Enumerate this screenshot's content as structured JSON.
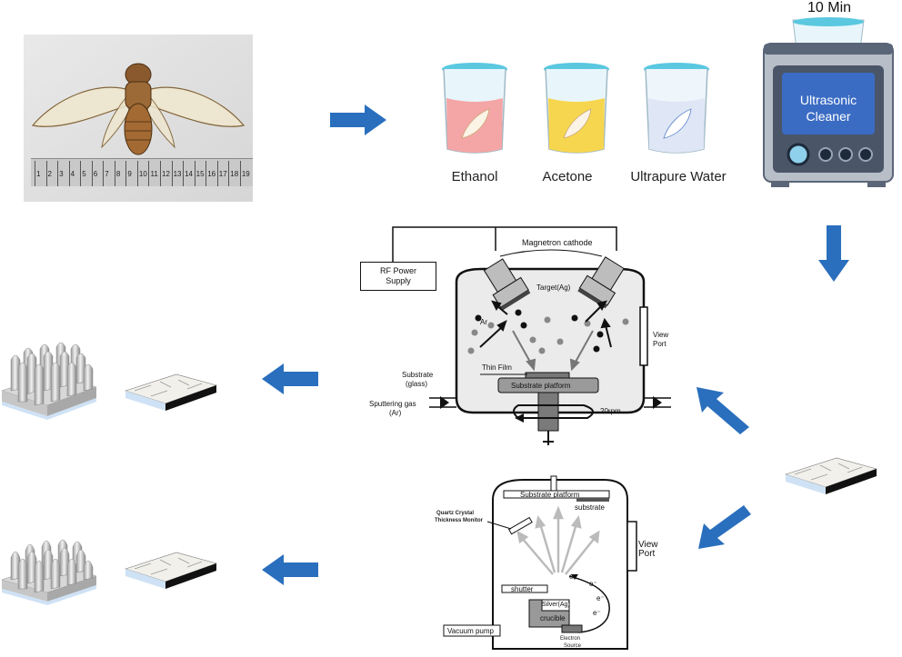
{
  "beakers": [
    {
      "label": "Ethanol",
      "liquid": "#f4a6a6"
    },
    {
      "label": "Acetone",
      "liquid": "#f7d64f"
    },
    {
      "label": "Ultrapure Water",
      "liquid": "#dfe6f5"
    }
  ],
  "cleaner": {
    "time": "10 Min",
    "line1": "Ultrasonic",
    "line2": "Cleaner"
  },
  "sputter": {
    "magnetron": "Magnetron cathode",
    "rf_line1": "RF Power",
    "rf_line2": "Supply",
    "target": "Target(Ag)",
    "ar": "Ar",
    "view1": "View",
    "view2": "Port",
    "thin_film": "Thin Film",
    "substrate1": "Substrate",
    "substrate2": "(glass)",
    "platform": "Substrate platform",
    "gas1": "Sputtering gas",
    "gas2": "(Ar)",
    "rpm": "20rpm"
  },
  "evap": {
    "platform": "Substrate platform",
    "substrate": "substrate",
    "qcm1": "Quartz Crystal",
    "qcm2": "Thickness Monitor",
    "view1": "View",
    "view2": "Port",
    "shutter": "shutter",
    "silver": "Silver(Ag)",
    "crucible": "crucible",
    "e": "e⁻",
    "source1": "Electron",
    "source2": "Source",
    "pump": "Vacuum pump"
  },
  "ruler_ticks": [
    "1",
    "2",
    "3",
    "4",
    "5",
    "6",
    "7",
    "8",
    "9",
    "10",
    "11",
    "12",
    "13",
    "14",
    "15",
    "16",
    "17",
    "18",
    "19"
  ],
  "colors": {
    "arrow": "#2a6fbd",
    "water": "#5bc8e0",
    "cleaner_body": "#5a6578",
    "screen": "#3b6cc4"
  }
}
